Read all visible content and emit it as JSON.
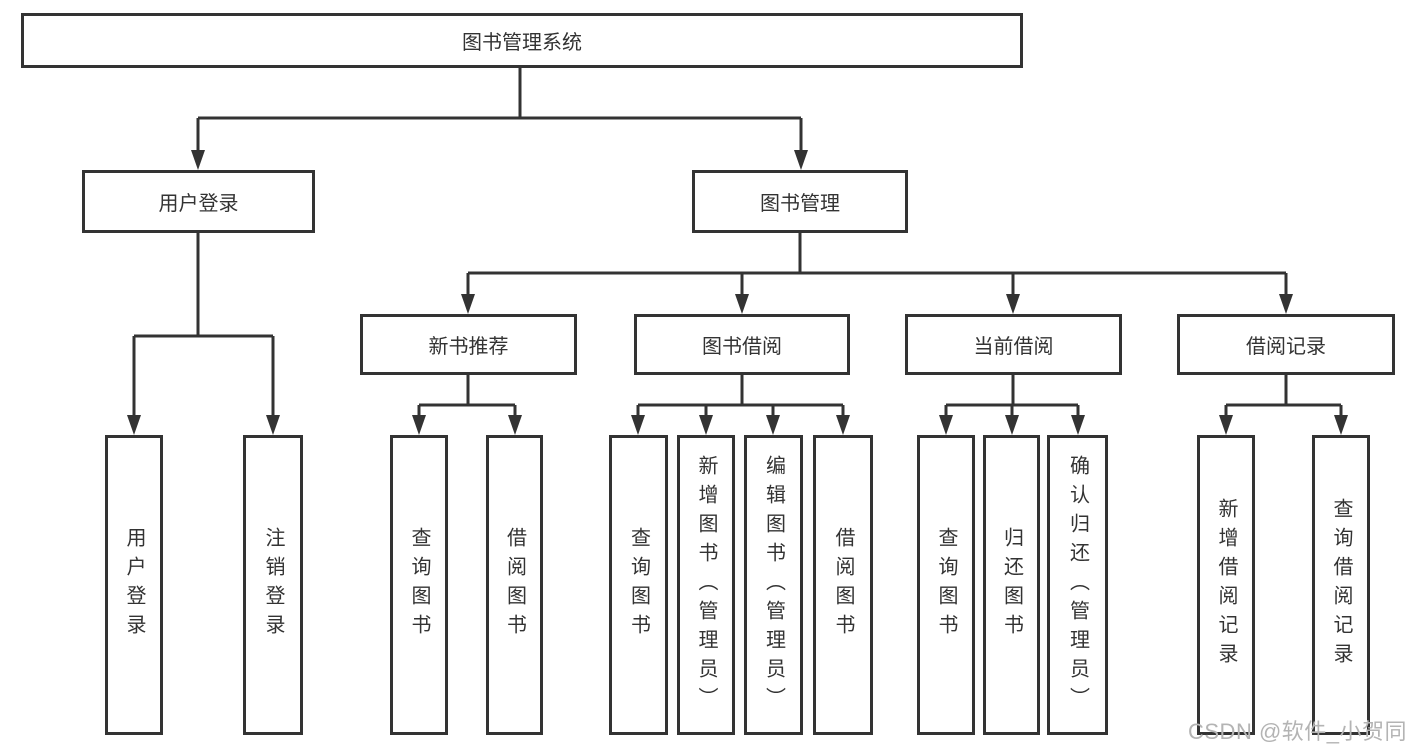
{
  "tree": {
    "label": "图书管理系统",
    "children": [
      {
        "label": "用户登录",
        "children": [
          {
            "label": "用户登录"
          },
          {
            "label": "注销登录"
          }
        ]
      },
      {
        "label": "图书管理",
        "children": [
          {
            "label": "新书推荐",
            "children": [
              {
                "label": "查询图书"
              },
              {
                "label": "借阅图书"
              }
            ]
          },
          {
            "label": "图书借阅",
            "children": [
              {
                "label": "查询图书"
              },
              {
                "label": "新增图书（管理员）"
              },
              {
                "label": "编辑图书（管理员）"
              },
              {
                "label": "借阅图书"
              }
            ]
          },
          {
            "label": "当前借阅",
            "children": [
              {
                "label": "查询图书"
              },
              {
                "label": "归还图书"
              },
              {
                "label": "确认归还（管理员）"
              }
            ]
          },
          {
            "label": "借阅记录",
            "children": [
              {
                "label": "新增借阅记录"
              },
              {
                "label": "查询借阅记录"
              }
            ]
          }
        ]
      }
    ]
  },
  "watermark": {
    "text": "CSDN @软件_小贺同学"
  },
  "colors": {
    "line": "#333333",
    "text": "#333333",
    "box_fill": "#ffffff",
    "watermark": "#b4b4b4"
  }
}
